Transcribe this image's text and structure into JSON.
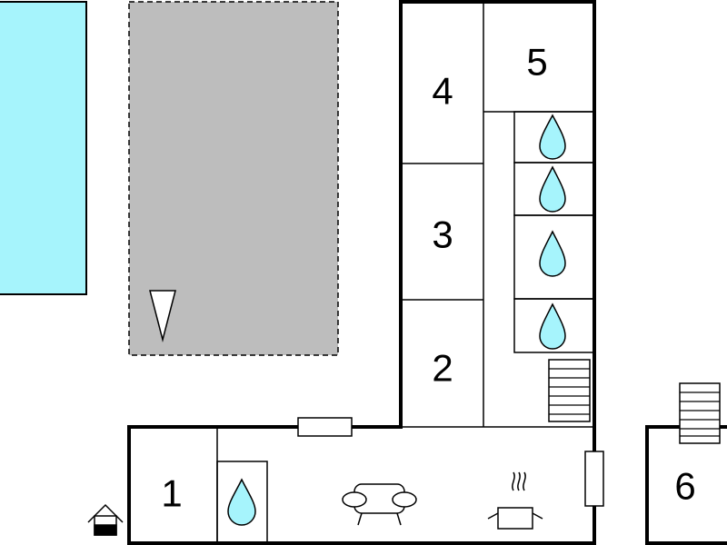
{
  "colors": {
    "wall": "#000000",
    "pool": "#a6f4fc",
    "terrace": "#bdbdbd",
    "water_drop": "#a6f4fc",
    "background": "#ffffff"
  },
  "rooms": [
    {
      "label": "1"
    },
    {
      "label": "2"
    },
    {
      "label": "3"
    },
    {
      "label": "4"
    },
    {
      "label": "5"
    },
    {
      "label": "6"
    }
  ],
  "icons": [
    "water-drop-icon",
    "sofa-icon",
    "cooking-pot-icon",
    "entrance-house-icon",
    "stairs-icon",
    "window-icon",
    "north-arrow-icon",
    "pool-area",
    "terrace-area"
  ]
}
